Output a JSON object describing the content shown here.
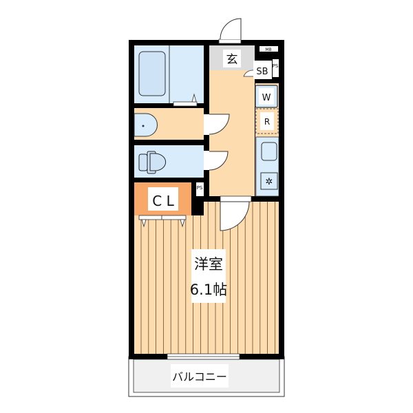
{
  "labels": {
    "entrance": "玄",
    "shoe_box": "SB",
    "meter_box": "MB",
    "pipe_space_1": "PS",
    "pipe_space_2": "PS",
    "washer": "W",
    "refrigerator": "R",
    "closet": "C L",
    "room_name": "洋室",
    "room_size": "6.1帖",
    "balcony": "バルコニー"
  },
  "colors": {
    "wall": "#000000",
    "wet_area": "#d9ecfb",
    "floor": "#fddcb0",
    "closet": "#f8a868",
    "entrance": "#dcdcdc",
    "balcony": "#f0f0f0"
  }
}
